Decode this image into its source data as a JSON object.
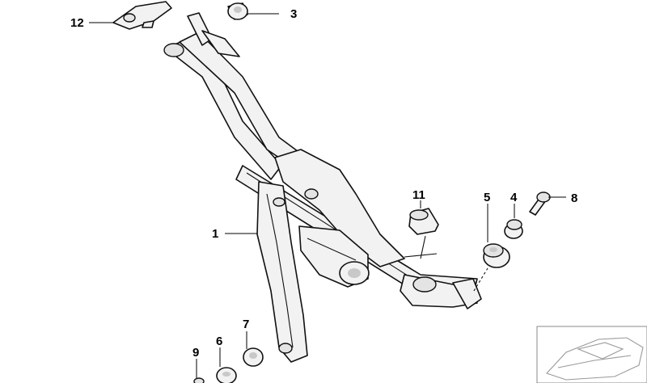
{
  "diagram": {
    "callouts": [
      {
        "id": "c1",
        "label": "1"
      },
      {
        "id": "c3",
        "label": "3"
      },
      {
        "id": "c4",
        "label": "4"
      },
      {
        "id": "c5",
        "label": "5"
      },
      {
        "id": "c6",
        "label": "6"
      },
      {
        "id": "c7",
        "label": "7"
      },
      {
        "id": "c8",
        "label": "8"
      },
      {
        "id": "c9",
        "label": "9"
      },
      {
        "id": "c11",
        "label": "11"
      },
      {
        "id": "c12",
        "label": "12"
      }
    ]
  }
}
